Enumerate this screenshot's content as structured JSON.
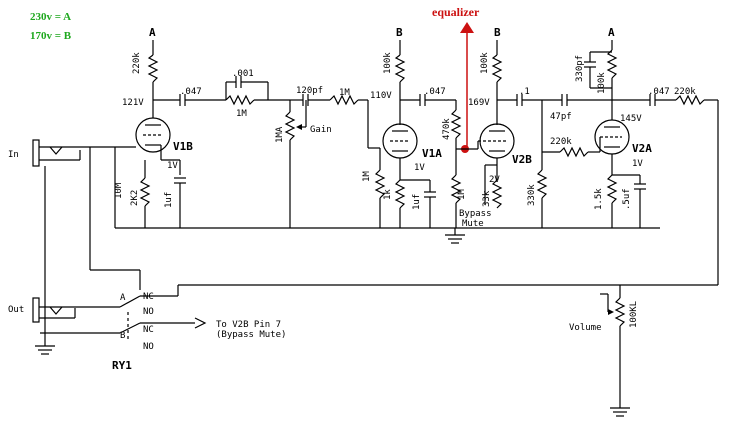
{
  "legend": {
    "a": "230v = A",
    "b": "170v = B"
  },
  "annotation": {
    "equalizer": "equalizer"
  },
  "rails": [
    "A",
    "B",
    "B",
    "A"
  ],
  "tubes": [
    "V1B",
    "V1A",
    "V2B",
    "V2A"
  ],
  "labels": {
    "v1b_plate_res": "220k",
    "v1b_plate_v": "121V",
    "cap_047_1": ".047",
    "cap_001": ".001",
    "res_1m_a": "1M",
    "cap_120pf": "120pf",
    "res_1m_b": "1M",
    "pot_1ma": "1MA",
    "gain": "Gain",
    "v1b_cathode_v": "1V",
    "res_10m": "10M",
    "res_2k2": "2K2",
    "cap_1uf_a": "1uf",
    "v1a_plate_res": "100k",
    "v1a_plate_v": "110V",
    "cap_047_2": ".047",
    "res_470k": "470k",
    "v1a_cathode_v": "1V",
    "res_1m_c": "1M",
    "res_1k": "1k",
    "cap_1uf_b": "1uf",
    "res_1m_d": "1M",
    "v2b_plate_res": "100k",
    "v2b_plate_v": "169V",
    "cap_1": ".1",
    "v2b_cathode_v": "2V",
    "res_33k": "33k",
    "res_330k": "330k",
    "cap_47pf": "47pf",
    "res_220k_a": "220k",
    "bypass": "Bypass",
    "mute": "Mute",
    "cap_330pf": "330pf",
    "v2a_plate_res": "100k",
    "v2a_plate_v": "145V",
    "cap_047_3": ".047",
    "res_220k_b": "220k",
    "v2a_cathode_v": "1V",
    "res_1_5k": "1.5k",
    "cap_5uf": ".5uf",
    "in": "In",
    "out": "Out",
    "to_v2b": "To V2B Pin 7",
    "bypass_mute": "(Bypass Mute)",
    "volume": "Volume",
    "pot_100kl": "100KL"
  },
  "relay": {
    "a": "A",
    "b": "B",
    "nc": "NC",
    "no": "NO",
    "id": "RY1"
  }
}
